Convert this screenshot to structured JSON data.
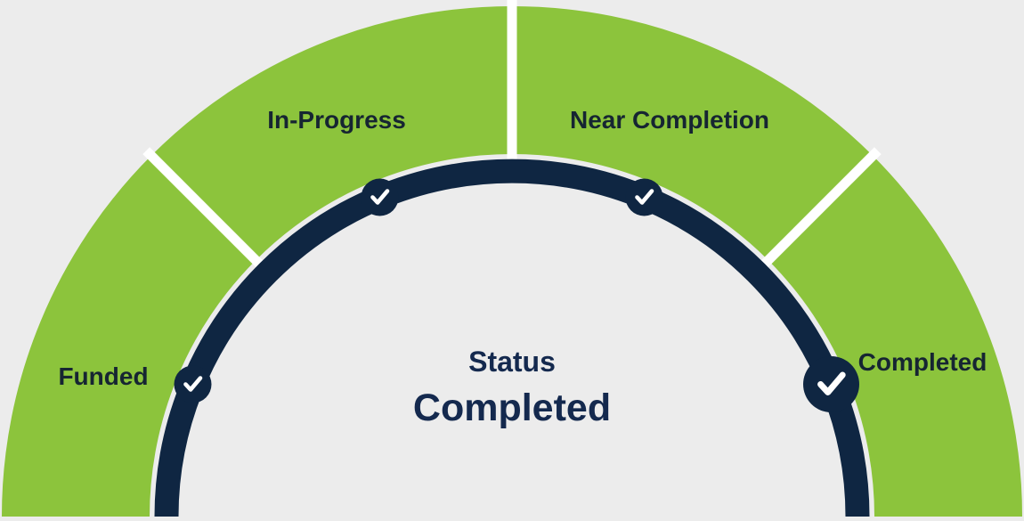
{
  "chart_data": {
    "type": "gauge",
    "subtype": "semicircular-status-gauge",
    "title": "Status",
    "center": {
      "label": "Status",
      "value": "Completed"
    },
    "segments": [
      {
        "label": "Funded",
        "checked": true,
        "current": false
      },
      {
        "label": "In-Progress",
        "checked": true,
        "current": false
      },
      {
        "label": "Near Completion",
        "checked": true,
        "current": false
      },
      {
        "label": "Completed",
        "checked": true,
        "current": true
      }
    ],
    "segment_span_degrees": 45,
    "layout": {
      "shape": "semicircle",
      "start_angle_deg": 180,
      "end_angle_deg": 0,
      "legend": "none",
      "grid": "off"
    },
    "colors": {
      "background": "#ECECEC",
      "segment_fill": "#8CC43C",
      "divider": "#FFFFFF",
      "arc": "#0F2642",
      "marker_fill": "#0F2642",
      "check": "#FFFFFF",
      "segment_label": "#162532",
      "center_text": "#14294E"
    }
  }
}
